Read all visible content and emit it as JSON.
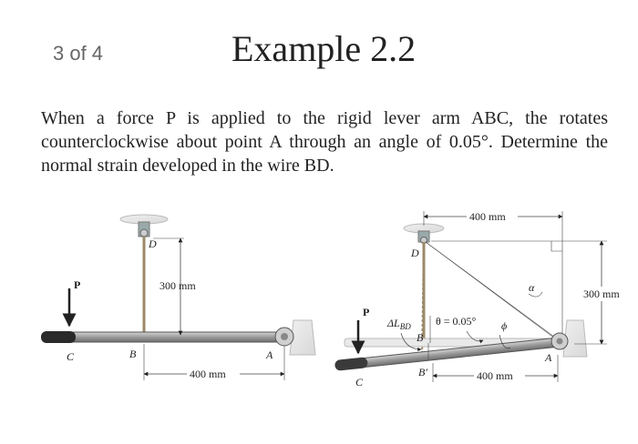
{
  "header": {
    "counter": "3 of 4",
    "title": "Example 2.2"
  },
  "problem": {
    "text": "When a force P is applied to the rigid lever arm ABC, the rotates counterclockwise about point A through an angle of 0.05°. Determine the normal strain developed in the wire BD."
  },
  "figure_left": {
    "label_D": "D",
    "label_P": "P",
    "label_C": "C",
    "label_B": "B",
    "label_A": "A",
    "dim_vertical": "300 mm",
    "dim_horizontal": "400 mm"
  },
  "figure_right": {
    "dim_top": "400 mm",
    "label_D": "D",
    "label_alpha": "α",
    "dim_vertical": "300 mm",
    "label_P": "P",
    "label_delta": "ΔL",
    "label_delta_sub": "BD",
    "label_theta": "θ = 0.05°",
    "label_phi": "ϕ",
    "label_B": "B",
    "label_A": "A",
    "label_C": "C",
    "label_Bprime": "B′",
    "dim_bottom": "400 mm"
  }
}
